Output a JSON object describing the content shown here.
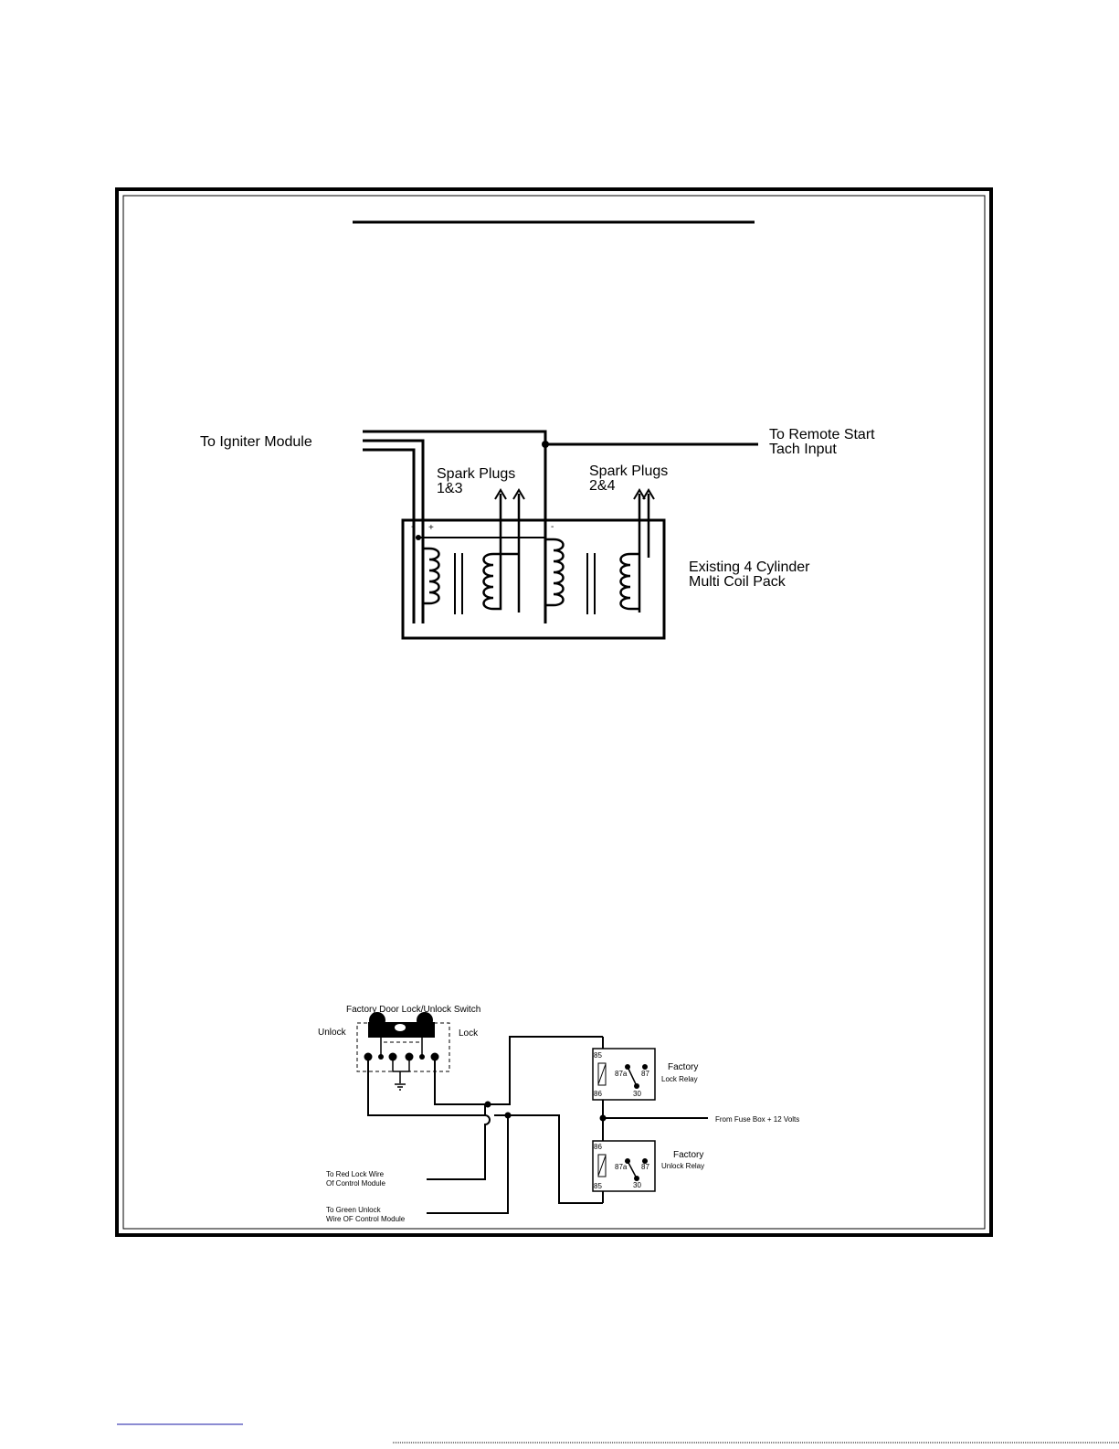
{
  "colors": {
    "ink": "#000000",
    "paper": "#ffffff"
  },
  "coil_diagram": {
    "igniter_label": "To Igniter Module",
    "tach_label_line1": "To Remote Start",
    "tach_label_line2": "Tach Input",
    "plugs_13_line1": "Spark Plugs",
    "plugs_13_line2": "1&3",
    "plugs_24_line1": "Spark Plugs",
    "plugs_24_line2": "2&4",
    "coilpack_line1": "Existing 4 Cylinder",
    "coilpack_line2": "Multi Coil Pack",
    "term_minus_1": "-",
    "term_plus_1": "+",
    "term_minus_2": "-"
  },
  "lock_diagram": {
    "switch_label": "Factory Door Lock/Unlock Switch",
    "unlock_label": "Unlock",
    "lock_label": "Lock",
    "lock_relay_line1": "Factory",
    "lock_relay_line2": "Lock Relay",
    "unlock_relay_line1": "Factory",
    "unlock_relay_line2": "Unlock Relay",
    "fuse_label": "From Fuse Box + 12 Volts",
    "red_wire_line1": "To Red Lock Wire",
    "red_wire_line2": "Of Control Module",
    "green_wire_line1": "To Green Unlock",
    "green_wire_line2": "Wire OF Control Module",
    "lock_relay_pins": {
      "p85": "85",
      "p86": "86",
      "p87a": "87a",
      "p87": "87",
      "p30": "30"
    },
    "unlock_relay_pins": {
      "p86": "86",
      "p85": "85",
      "p87a": "87a",
      "p87": "87",
      "p30": "30"
    }
  }
}
